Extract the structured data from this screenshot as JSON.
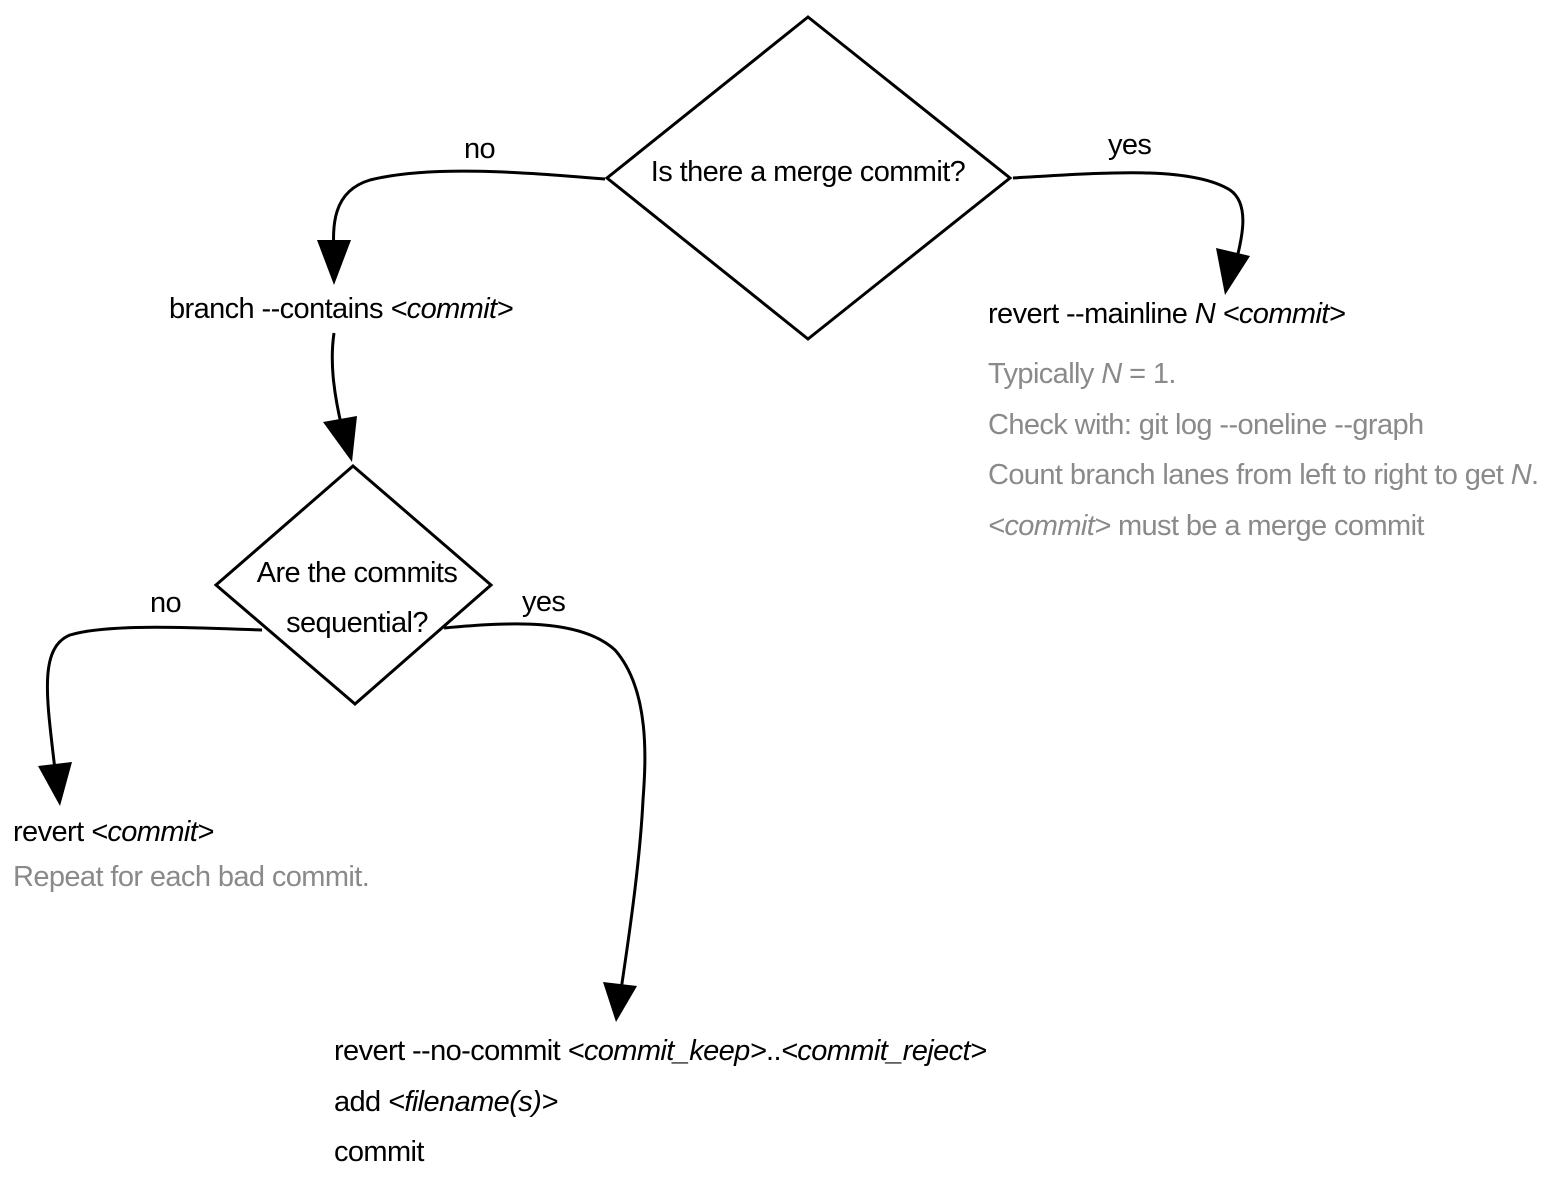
{
  "colors": {
    "primary": "#000000",
    "note": "#8a8a8a"
  },
  "decisions": {
    "merge": {
      "question": "Is there a merge commit?",
      "no_label": "no",
      "yes_label": "yes"
    },
    "sequential": {
      "question_line1": "Are the commits",
      "question_line2": "sequential?",
      "no_label": "no",
      "yes_label": "yes"
    }
  },
  "nodes": {
    "branch_contains": {
      "cmd": "branch --contains ",
      "arg": "<commit>"
    },
    "revert_mainline": {
      "cmd": "revert --mainline ",
      "n": "N",
      "arg": " <commit>",
      "notes": {
        "line1_prefix": "Typically ",
        "line1_n": "N",
        "line1_suffix": " = 1.",
        "line2": "Check with: git log --oneline --graph",
        "line3_prefix": "Count branch lanes from left to right to get ",
        "line3_n": "N",
        "line3_suffix": ".",
        "line4_arg": "<commit>",
        "line4_suffix": " must be a merge commit"
      }
    },
    "revert_single": {
      "cmd": "revert ",
      "arg": "<commit>",
      "note": "Repeat for each bad commit."
    },
    "revert_range": {
      "cmd": "revert --no-commit ",
      "arg_keep": "<commit_keep>",
      "sep": "..",
      "arg_reject": "<commit_reject>",
      "add_cmd": "add ",
      "add_arg": "<filename(s)>",
      "commit_cmd": "commit"
    }
  }
}
